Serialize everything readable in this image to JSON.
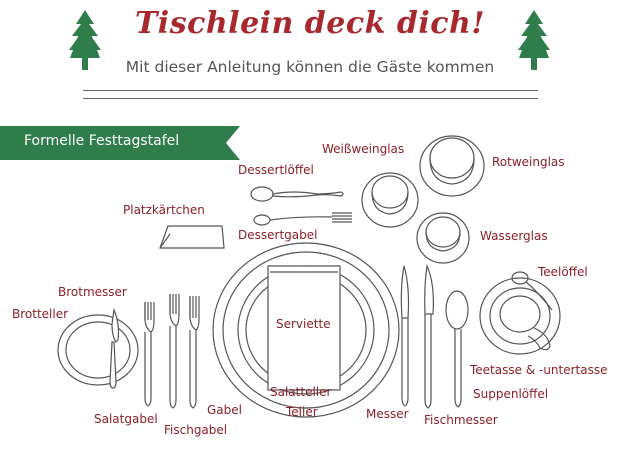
{
  "header": {
    "title": "Tischlein deck dich!",
    "subtitle": "Mit dieser Anleitung können die Gäste kommen"
  },
  "banner": {
    "label": "Formelle Festtagstafel",
    "color": "#2e7d4a"
  },
  "colors": {
    "title": "#a8282e",
    "label": "#8a2026",
    "tree": "#2e7d4a",
    "line": "#555555"
  },
  "labels": {
    "dessertloeffel": "Dessertlöffel",
    "weissweinglas": "Weißweinglas",
    "rotweinglas": "Rotweinglas",
    "platzkaertchen": "Platzkärtchen",
    "dessertgabel": "Dessertgabel",
    "wasserglas": "Wasserglas",
    "teeloeffel": "Teelöffel",
    "brotmesser": "Brotmesser",
    "brotteller": "Brotteller",
    "serviette": "Serviette",
    "teetasse": "Teetasse & -untertasse",
    "suppenloeffel": "Suppenlöffel",
    "salatteller": "Salatteller",
    "teller": "Teller",
    "gabel": "Gabel",
    "messer": "Messer",
    "salatgabel": "Salatgabel",
    "fischgabel": "Fischgabel",
    "fischmesser": "Fischmesser"
  },
  "icons": [
    "pine-tree-icon",
    "pine-tree-icon"
  ]
}
